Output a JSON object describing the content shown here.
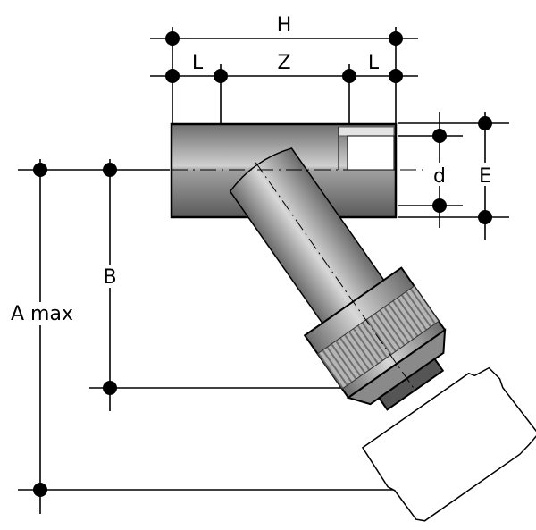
{
  "labels": {
    "H": "H",
    "L_left": "L",
    "Z": "Z",
    "L_right": "L",
    "d": "d",
    "E": "E",
    "B": "B",
    "A": "A max"
  },
  "colors": {
    "body": "#8a8a8a",
    "line": "#000000",
    "background": "#ffffff"
  }
}
